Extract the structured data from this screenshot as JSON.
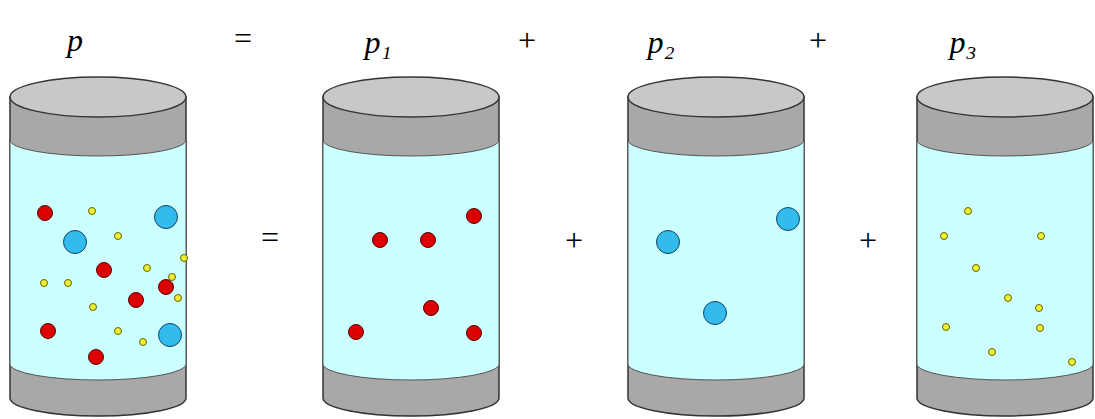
{
  "diagram": {
    "labels": [
      "p",
      "=",
      "p₁",
      "+",
      "p₂",
      "+",
      "p₃",
      "=",
      "+",
      "+"
    ]
  }
}
